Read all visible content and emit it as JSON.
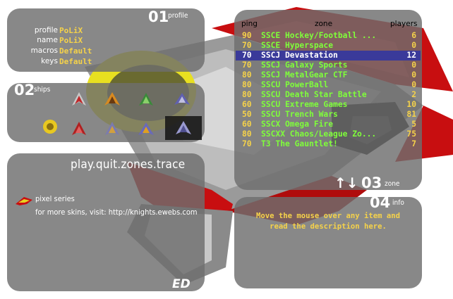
{
  "profile": {
    "number": "01",
    "title": "profile",
    "rows": [
      {
        "key": "profile",
        "value": "PoLiX"
      },
      {
        "key": "name",
        "value": "PoLiX"
      },
      {
        "key": "macros",
        "value": "Default"
      },
      {
        "key": "keys",
        "value": "Default"
      }
    ]
  },
  "ships": {
    "number": "02",
    "title": "ships"
  },
  "menu": {
    "play": "play",
    "quit": "quit",
    "zones": "zones",
    "trace": "trace",
    "sep": "."
  },
  "skin": {
    "series": "pixel series",
    "visit": "for more skins, visit: http://knights.ewebs.com",
    "signature": "ED"
  },
  "zones": {
    "number": "03",
    "title": "zone",
    "arrows": "↑↓",
    "headers": {
      "ping": "ping",
      "zone": "zone",
      "players": "players"
    },
    "rows": [
      {
        "ping": "90",
        "name": "SSCE Hockey/Football ...",
        "players": "6"
      },
      {
        "ping": "70",
        "name": "SSCE Hyperspace",
        "players": "0"
      },
      {
        "ping": "70",
        "name": "SSCJ Devastation",
        "players": "12"
      },
      {
        "ping": "70",
        "name": "SSCJ Galaxy Sports",
        "players": "0"
      },
      {
        "ping": "80",
        "name": "SSCJ MetalGear CTF",
        "players": "0"
      },
      {
        "ping": "80",
        "name": "SSCU PowerBall",
        "players": "0"
      },
      {
        "ping": "80",
        "name": "SSCU Death Star Battle",
        "players": "2"
      },
      {
        "ping": "60",
        "name": "SSCU Extreme Games",
        "players": "10"
      },
      {
        "ping": "50",
        "name": "SSCU Trench Wars",
        "players": "81"
      },
      {
        "ping": "60",
        "name": "SSCX Omega Fire",
        "players": "5"
      },
      {
        "ping": "80",
        "name": "SSCXX Chaos/League Zo...",
        "players": "75"
      },
      {
        "ping": "70",
        "name": "T3 The Gauntlet!",
        "players": "7"
      }
    ]
  },
  "info": {
    "number": "04",
    "title": "info",
    "line1": "Move the mouse over any item and",
    "line2": "read the description here."
  },
  "colors": {
    "panel": "#6e6e6e",
    "value_yellow": "#f5d24a",
    "zone_green": "#7fff3a",
    "selection": "#3a3a9a",
    "ship_red": "#c80e10"
  }
}
